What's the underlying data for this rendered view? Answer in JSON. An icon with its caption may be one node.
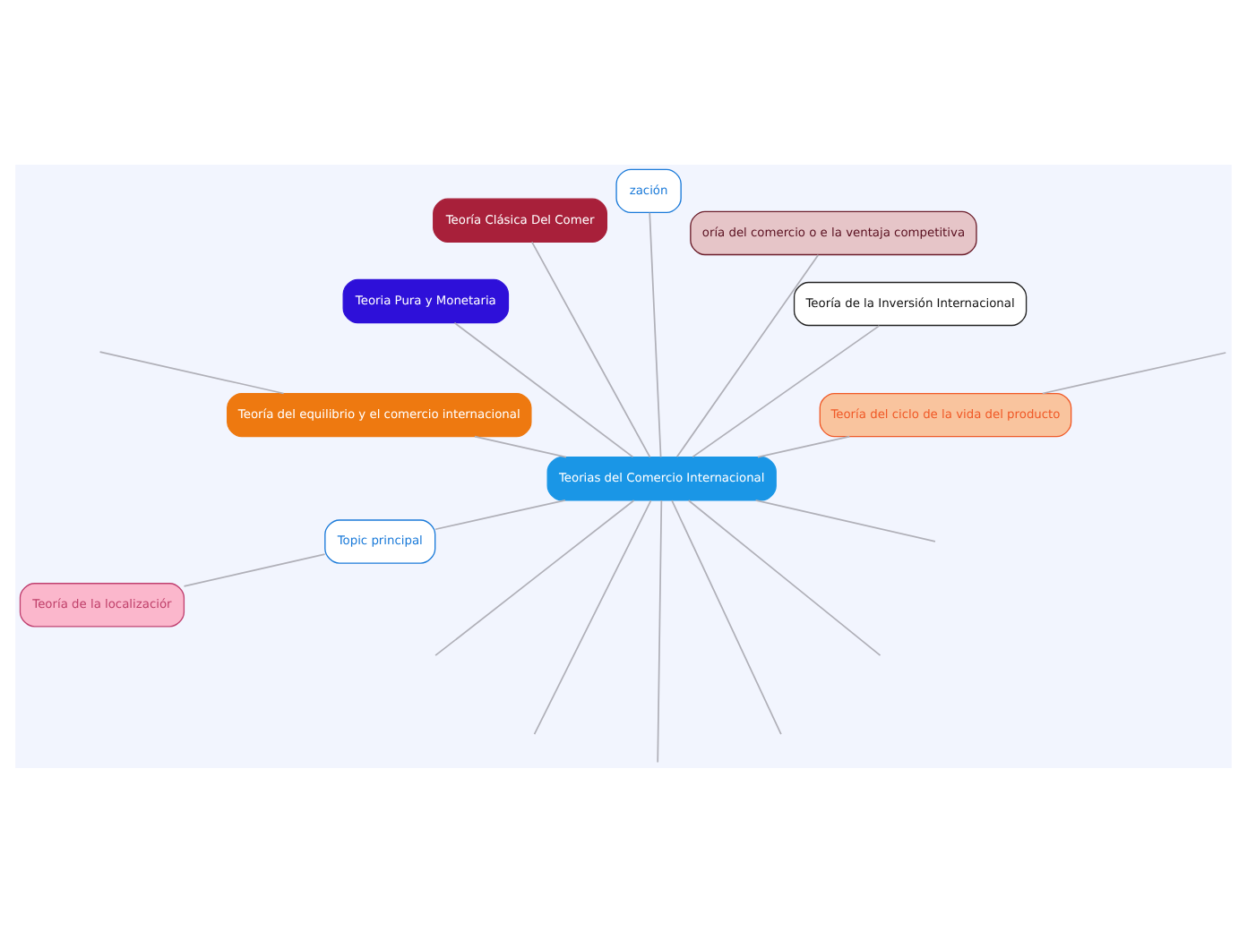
{
  "diagram": {
    "nodes": [
      {
        "text": [
          "Teorias del Comercio Internacional"
        ]
      },
      {
        "text": [
          "Teoría del ciclo de la vida del producto"
        ]
      },
      {
        "text": [
          "Teoría de la Inversión Internacional"
        ]
      },
      {
        "text": [
          "oría del comercio o e la ventaja competitiva"
        ]
      },
      {
        "text": [
          "zación"
        ]
      },
      {
        "text": [
          "Teoría Clásica Del Comer"
        ]
      },
      {
        "text": [
          "Teoria Pura y Monetaria"
        ]
      },
      {
        "text": [
          "Teoría del equilibrio y el comercio internacional"
        ]
      },
      {
        "text": [
          "Topic principal"
        ]
      },
      {
        "text": [
          "Teoría de la localizaciór"
        ]
      }
    ],
    "edges": [
      {
        "from": 0,
        "to": null,
        "arrow": "none"
      },
      {
        "from": 0,
        "to": null,
        "arrow": "none"
      },
      {
        "from": 0,
        "to": null,
        "arrow": "none"
      },
      {
        "from": 0,
        "to": 1,
        "arrow": "none"
      },
      {
        "from": 0,
        "to": 5,
        "arrow": "none"
      },
      {
        "from": 0,
        "to": 2,
        "arrow": "none"
      },
      {
        "from": 0,
        "to": 6,
        "arrow": "none"
      },
      {
        "from": 0,
        "to": null,
        "arrow": "none"
      },
      {
        "from": 0,
        "to": 7,
        "arrow": "none"
      },
      {
        "from": 0,
        "to": 3,
        "arrow": "none"
      },
      {
        "from": 0,
        "to": 8,
        "arrow": "none"
      },
      {
        "from": 0,
        "to": 4,
        "arrow": "none"
      },
      {
        "from": 0,
        "to": null,
        "arrow": "none"
      },
      {
        "from": 0,
        "to": null,
        "arrow": "none"
      },
      {
        "from": 1,
        "to": null,
        "arrow": "none"
      },
      {
        "from": 7,
        "to": null,
        "arrow": "none"
      },
      {
        "from": 8,
        "to": 9,
        "arrow": "none"
      }
    ]
  }
}
